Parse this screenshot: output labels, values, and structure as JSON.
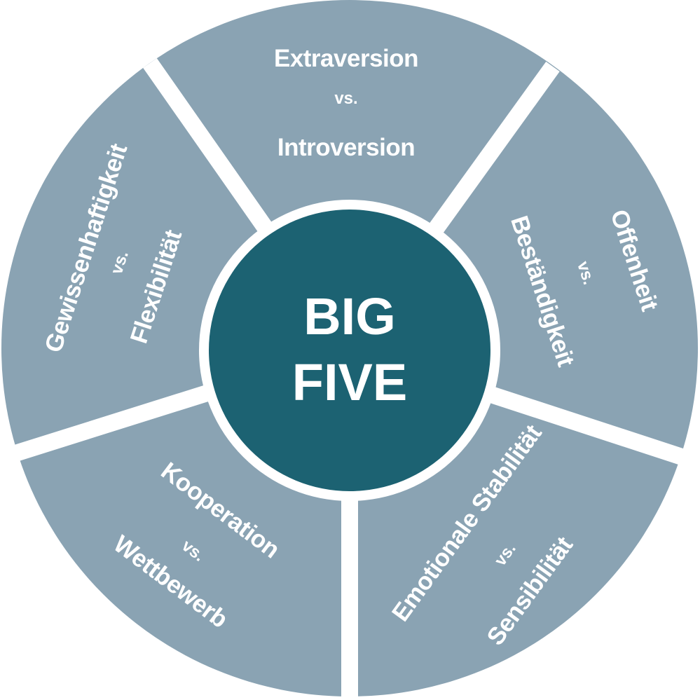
{
  "colors": {
    "segment": "#8aa3b3",
    "center": "#1c6272",
    "divider": "#ffffff"
  },
  "center": {
    "line1": "BIG",
    "line2": "FIVE"
  },
  "segments": [
    {
      "id": "extraversion",
      "top": "Extraversion",
      "vs": "vs.",
      "bottom": "Introversion"
    },
    {
      "id": "offenheit",
      "top": "Offenheit",
      "vs": "vs.",
      "bottom": "Beständigkeit"
    },
    {
      "id": "emotionale-stabilitaet",
      "top": "Emotionale Stabilität",
      "vs": "vs.",
      "bottom": "Sensibilität"
    },
    {
      "id": "kooperation",
      "top": "Kooperation",
      "vs": "vs.",
      "bottom": "Wettbewerb"
    },
    {
      "id": "gewissenhaftigkeit",
      "top": "Gewissenhaftigkeit",
      "vs": "vs.",
      "bottom": "Flexibilität"
    }
  ]
}
